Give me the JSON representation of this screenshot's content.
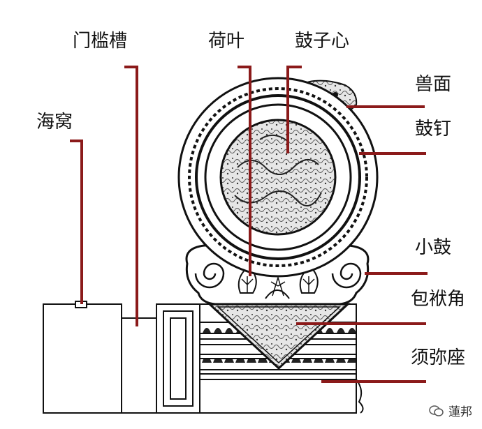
{
  "labels": {
    "haiwo": "海窝",
    "menkancao": "门槛槽",
    "heye": "荷叶",
    "guzixin": "鼓子心",
    "shoumian": "兽面",
    "guding": "鼓钉",
    "xiaogu": "小鼓",
    "baofujiao": "包袱角",
    "xumizuo": "须弥座"
  },
  "watermark": {
    "text": "蓮邦"
  },
  "colors": {
    "leader": "#8b1a1a",
    "stroke": "#111111",
    "background": "#ffffff"
  }
}
